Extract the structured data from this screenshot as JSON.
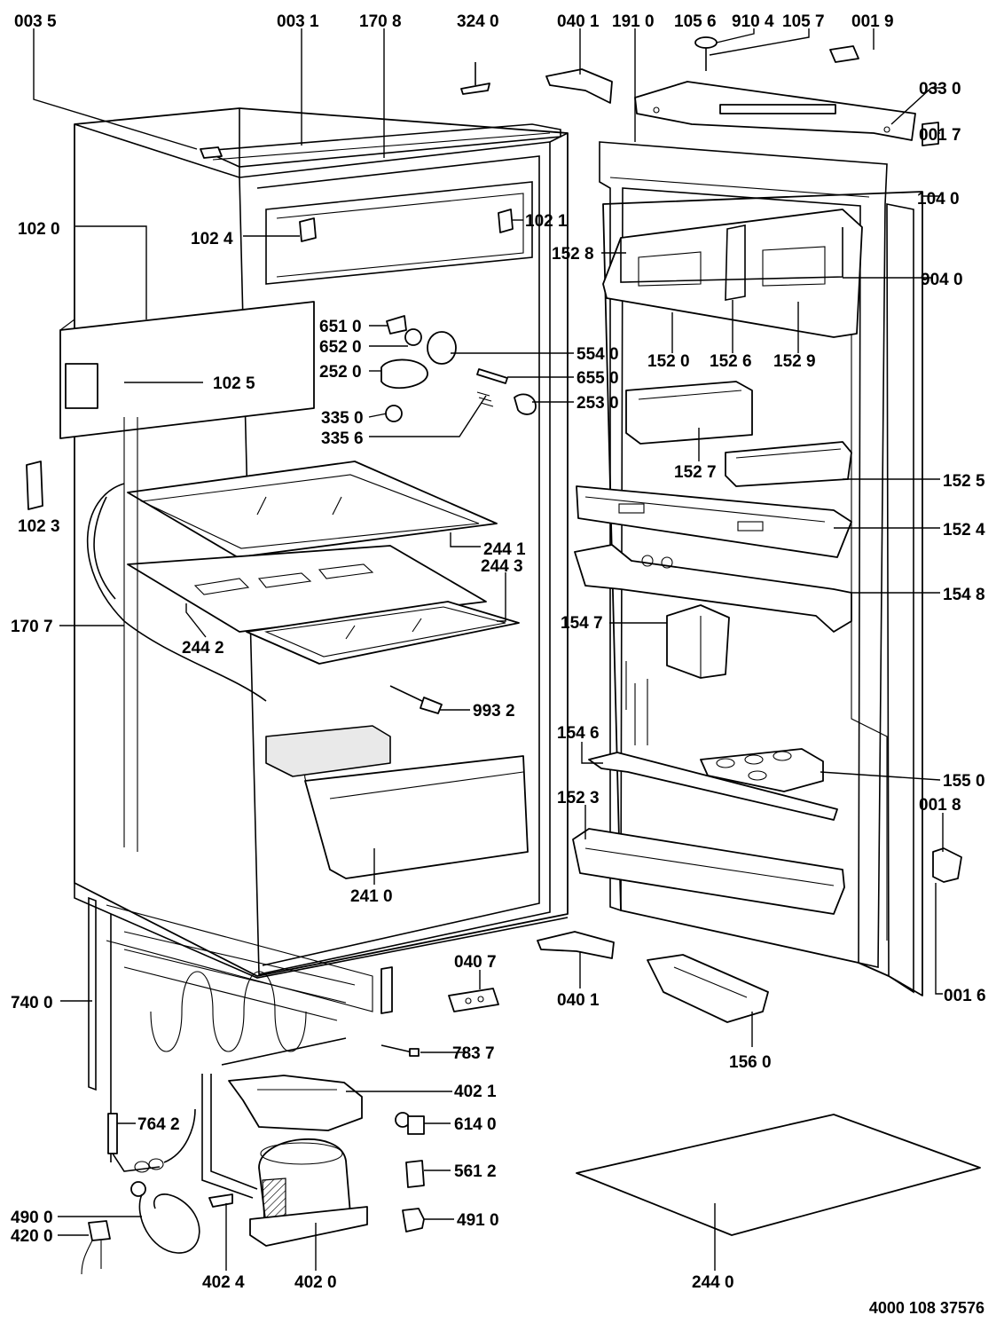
{
  "diagram": {
    "document_reference": "4000 108 37576",
    "part_labels": [
      "003 5",
      "003 1",
      "170 8",
      "324 0",
      "040 1",
      "191 0",
      "105 6",
      "910 4",
      "105 7",
      "001 9",
      "033 0",
      "001 7",
      "102 0",
      "102 4",
      "102 1",
      "104 0",
      "152 8",
      "904 0",
      "651 0",
      "652 0",
      "554 0",
      "252 0",
      "655 0",
      "102 5",
      "335 0",
      "253 0",
      "335 6",
      "152 0",
      "152 6",
      "152 9",
      "152 7",
      "102 3",
      "152 5",
      "244 1",
      "152 4",
      "244 3",
      "154 8",
      "170 7",
      "244 2",
      "154 7",
      "993 2",
      "154 6",
      "155 0",
      "152 3",
      "001 8",
      "241 0",
      "040 7",
      "740 0",
      "040 1",
      "001 6",
      "156 0",
      "783 7",
      "402 1",
      "764 2",
      "614 0",
      "561 2",
      "490 0",
      "491 0",
      "420 0",
      "402 4",
      "402 0",
      "244 0"
    ]
  }
}
